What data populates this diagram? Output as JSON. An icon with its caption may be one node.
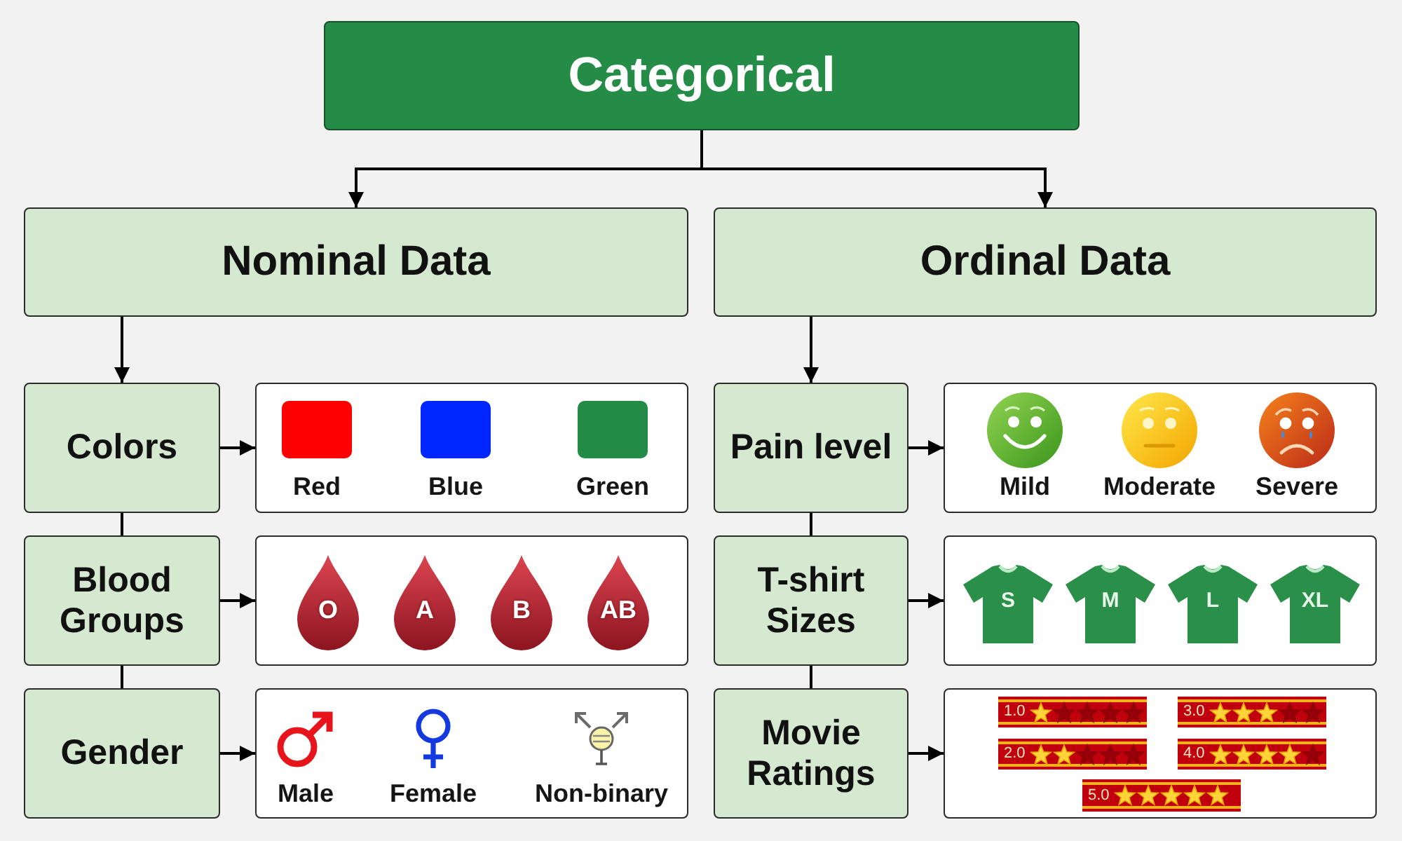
{
  "diagram": {
    "nodes": [
      {
        "text": [
          "Categorical"
        ]
      },
      {
        "text": [
          "Nominal Data"
        ]
      },
      {
        "text": [
          "Ordinal Data"
        ]
      },
      {
        "text": [
          "Colors"
        ]
      },
      {
        "text": [
          "Red",
          "Blue",
          "Green"
        ]
      },
      {
        "text": [
          "Pain level"
        ]
      },
      {
        "text": [
          "Mild",
          "Moderate",
          "Severe"
        ]
      },
      {
        "text": [
          "Blood Groups"
        ]
      },
      {
        "text": [
          "O",
          "A",
          "B",
          "AB"
        ]
      },
      {
        "text": [
          "T-shirt Sizes"
        ]
      },
      {
        "text": [
          "S",
          "M",
          "L",
          "XL"
        ]
      },
      {
        "text": [
          "Gender"
        ]
      },
      {
        "text": [
          "Male",
          "Female",
          "Non-binary"
        ]
      },
      {
        "text": [
          "Movie Ratings"
        ]
      },
      {
        "text": [
          "1.0",
          "3.0",
          "2.0",
          "4.0",
          "5.0"
        ]
      }
    ],
    "edges": [
      {
        "from": 0,
        "to": 1,
        "arrow": "to"
      },
      {
        "from": 0,
        "to": 2,
        "arrow": "to"
      },
      {
        "from": 1,
        "to": 3,
        "arrow": "to"
      },
      {
        "from": 3,
        "to": 4,
        "arrow": "to"
      },
      {
        "from": 3,
        "to": 7,
        "arrow": "none"
      },
      {
        "from": 7,
        "to": 8,
        "arrow": "to"
      },
      {
        "from": 7,
        "to": 11,
        "arrow": "none"
      },
      {
        "from": 11,
        "to": 12,
        "arrow": "to"
      },
      {
        "from": 2,
        "to": 5,
        "arrow": "to"
      },
      {
        "from": 5,
        "to": 6,
        "arrow": "to"
      },
      {
        "from": 5,
        "to": 9,
        "arrow": "none"
      },
      {
        "from": 9,
        "to": 10,
        "arrow": "to"
      },
      {
        "from": 9,
        "to": 13,
        "arrow": "none"
      },
      {
        "from": 13,
        "to": 14,
        "arrow": "to"
      }
    ]
  }
}
